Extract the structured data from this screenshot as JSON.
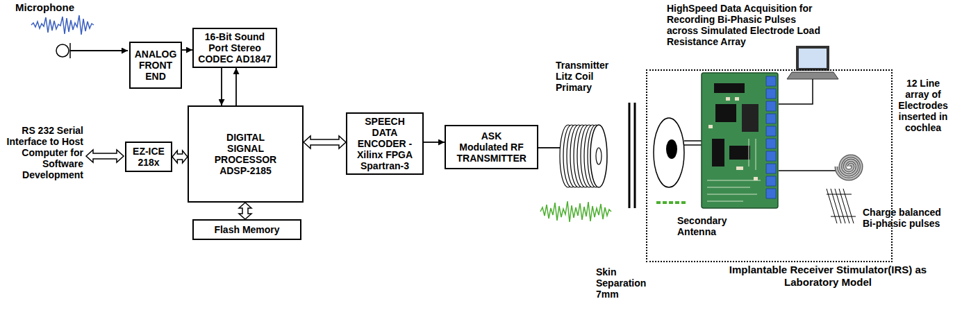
{
  "diagram": {
    "nodes": [
      {
        "text": [
          "ANALOG FRONT END"
        ]
      },
      {
        "text": [
          "16-Bit Sound Port Stereo CODEC AD1847"
        ]
      },
      {
        "text": [
          "EZ-ICE 218x"
        ]
      },
      {
        "text": [
          "DIGITAL SIGNAL PROCESSOR ADSP-2185"
        ]
      },
      {
        "text": [
          "Flash Memory"
        ]
      },
      {
        "text": [
          "SPEECH DATA ENCODER -Xilinx FPGA Spartran-3"
        ]
      },
      {
        "text": [
          "ASK Modulated RF TRANSMITTER"
        ]
      },
      {
        "text": [
          "Implantable Receiver Stimulator(IRS) as Laboratory Model"
        ]
      }
    ],
    "edges": [
      {
        "from": 0,
        "to": 1,
        "arrow": "to"
      },
      {
        "from": 1,
        "to": 3,
        "arrow": "to"
      },
      {
        "from": 3,
        "to": 1,
        "arrow": "to"
      },
      {
        "from": 2,
        "to": 3,
        "arrow": "both"
      },
      {
        "from": 3,
        "to": 4,
        "arrow": "both"
      },
      {
        "from": 3,
        "to": 5,
        "arrow": "both"
      },
      {
        "from": 5,
        "to": 6,
        "arrow": "to"
      }
    ],
    "labels": [
      "Microphone",
      "RS 232 Serial Interface to Host Computer for Software Development",
      "Transmitter Litz Coil Primary",
      "HighSpeed Data Acquisition for Recording Bi-Phasic Pulses across Simulated Electrode Load Resistance Array",
      "12 Line array of Electrodes inserted in cochlea",
      "Secondary Antenna",
      "Charge balanced Bi-phasic pulses",
      "Skin Separation 7mm"
    ]
  }
}
